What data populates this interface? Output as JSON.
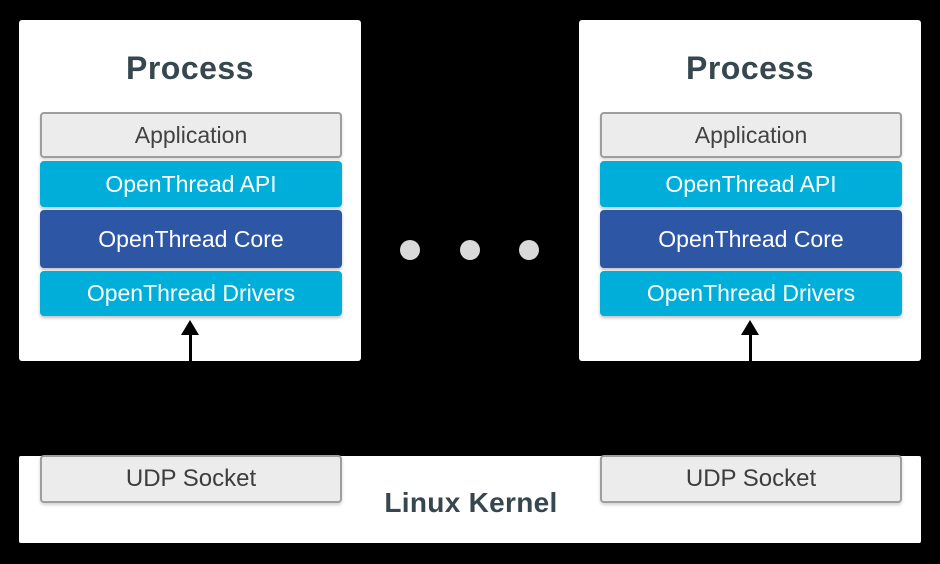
{
  "diagram": {
    "processes": [
      {
        "title": "Process",
        "layers": [
          {
            "label": "Application"
          },
          {
            "label": "OpenThread API"
          },
          {
            "label": "OpenThread Core"
          },
          {
            "label": "OpenThread Drivers"
          }
        ]
      },
      {
        "title": "Process",
        "layers": [
          {
            "label": "Application"
          },
          {
            "label": "OpenThread API"
          },
          {
            "label": "OpenThread Core"
          },
          {
            "label": "OpenThread Drivers"
          }
        ]
      }
    ],
    "ellipsis": {
      "dot_count": 3
    },
    "kernel": {
      "label": "Linux Kernel",
      "sockets": [
        {
          "label": "UDP Socket"
        },
        {
          "label": "UDP Socket"
        }
      ]
    }
  },
  "colors": {
    "background": "#000000",
    "card_background": "#ffffff",
    "cyan_layer": "#00afd9",
    "blue_layer": "#2d57a5",
    "gray_box_fill": "#ececec",
    "gray_box_border": "#9e9e9e",
    "heading_text": "#37474f",
    "gray_box_text": "#3d3d3d",
    "white_text": "#ffffff",
    "dot": "#d9d9d9",
    "arrow": "#000000"
  }
}
